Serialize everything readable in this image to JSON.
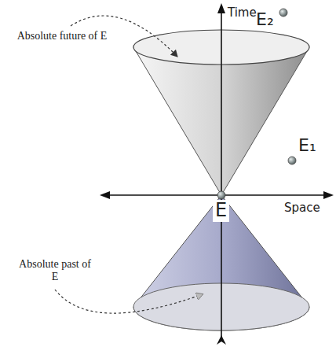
{
  "diagram": {
    "labels": [
      "Time",
      "Space",
      "Absolute future of E",
      "Absolute past of E",
      "E",
      "E₂",
      "E₁"
    ]
  }
}
